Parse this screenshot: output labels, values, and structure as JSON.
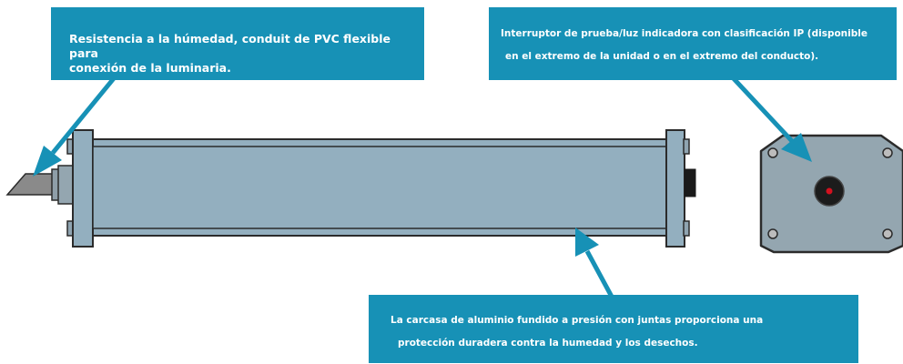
{
  "callouts": {
    "conduit": {
      "line1": "Resistencia a la húmedad, conduit de PVC flexible para",
      "line2": "conexión de la luminaria."
    },
    "switch": {
      "line1": "Interruptor de prueba/luz indicadora con clasificación IP (disponible",
      "line2": "en el extremo de la unidad o en el extremo del conducto)."
    },
    "housing": {
      "line1": "La carcasa de aluminio fundido a presión con juntas proporciona una",
      "line2": "protección duradera contra la humedad y los desechos."
    }
  },
  "colors": {
    "callout_bg": "#1791b6",
    "housing_fill": "#93afbf",
    "arrow": "#1791b6",
    "outline": "#2b2b2b",
    "indicator_light": "#d4111f"
  }
}
